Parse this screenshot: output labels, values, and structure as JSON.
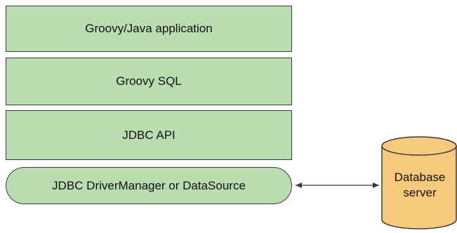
{
  "layers": {
    "application": "Groovy/Java application",
    "groovy_sql": "Groovy SQL",
    "jdbc_api": "JDBC API",
    "driver": "JDBC DriverManager or DataSource"
  },
  "database": {
    "line1": "Database",
    "line2": "server"
  },
  "colors": {
    "layer_fill": "#b9ddb1",
    "database_fill": "#f6c97c",
    "stroke": "#3a3a3a"
  }
}
